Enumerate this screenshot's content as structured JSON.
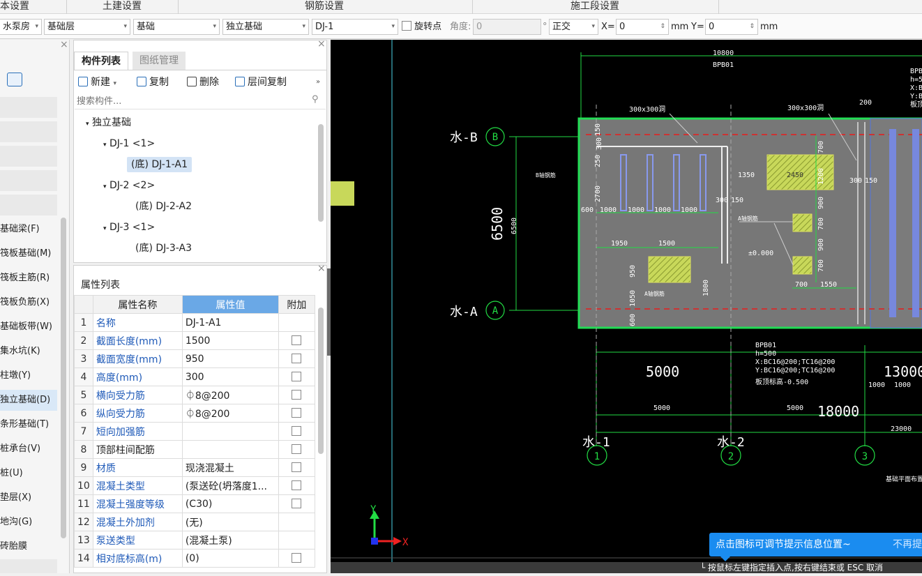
{
  "ribbon": {
    "tabs": [
      "本设置",
      "土建设置",
      "钢筋设置",
      "施工段设置"
    ]
  },
  "toolbar": {
    "floor_group": "水泵房",
    "floor": "基础层",
    "category": "基础",
    "type": "独立基础",
    "component": "DJ-1",
    "rotate_label": "旋转点",
    "angle_label": "角度:",
    "angle_value": "0",
    "degree_sign": "°",
    "ortho": "正交",
    "x_label": "X=",
    "x_value": "0",
    "mm1": "mm",
    "y_label": "Y=",
    "y_value": "0",
    "mm2": "mm"
  },
  "categories": [
    {
      "label": "基础梁(F)"
    },
    {
      "label": "筏板基础(M)"
    },
    {
      "label": "筏板主筋(R)"
    },
    {
      "label": "筏板负筋(X)"
    },
    {
      "label": "基础板带(W)"
    },
    {
      "label": "集水坑(K)"
    },
    {
      "label": "柱墩(Y)"
    },
    {
      "label": "独立基础(D)"
    },
    {
      "label": "条形基础(T)"
    },
    {
      "label": "桩承台(V)"
    },
    {
      "label": "桩(U)"
    },
    {
      "label": "垫层(X)"
    },
    {
      "label": "地沟(G)"
    },
    {
      "label": "砖胎膜"
    }
  ],
  "component_panel": {
    "tab_list": "构件列表",
    "tab_drawing": "图纸管理",
    "btn_new": "新建",
    "btn_copy": "复制",
    "btn_delete": "删除",
    "btn_floor_copy": "层间复制",
    "search_placeholder": "搜索构件...",
    "tree": {
      "root": "独立基础",
      "dj1": "DJ-1 <1>",
      "dj1a1": "(底) DJ-1-A1",
      "dj2": "DJ-2 <2>",
      "dj2a2": "(底) DJ-2-A2",
      "dj3": "DJ-3 <1>",
      "dj3a3": "(底) DJ-3-A3"
    }
  },
  "property_panel": {
    "title": "属性列表",
    "col_name": "属性名称",
    "col_value": "属性值",
    "col_extra": "附加",
    "rows": [
      {
        "n": "1",
        "name": "名称",
        "value": "DJ-1-A1"
      },
      {
        "n": "2",
        "name": "截面长度(mm)",
        "value": "1500"
      },
      {
        "n": "3",
        "name": "截面宽度(mm)",
        "value": "950"
      },
      {
        "n": "4",
        "name": "高度(mm)",
        "value": "300"
      },
      {
        "n": "5",
        "name": "横向受力筋",
        "value": "⏀8@200"
      },
      {
        "n": "6",
        "name": "纵向受力筋",
        "value": "⏀8@200"
      },
      {
        "n": "7",
        "name": "短向加强筋",
        "value": ""
      },
      {
        "n": "8",
        "name": "顶部柱间配筋",
        "value": ""
      },
      {
        "n": "9",
        "name": "材质",
        "value": "现浇混凝土"
      },
      {
        "n": "10",
        "name": "混凝土类型",
        "value": "(泵送砼(坍落度1..."
      },
      {
        "n": "11",
        "name": "混凝土强度等级",
        "value": "(C30)"
      },
      {
        "n": "12",
        "name": "混凝土外加剂",
        "value": "(无)"
      },
      {
        "n": "13",
        "name": "泵送类型",
        "value": "(混凝土泵)"
      },
      {
        "n": "14",
        "name": "相对底标高(m)",
        "value": "(0)"
      }
    ]
  },
  "drawing": {
    "axis_top": "10800",
    "axis_top_sub": "BPB01",
    "hole1": "300x300洞",
    "hole2": "300x300洞",
    "dim200": "200",
    "axisB": "水-B",
    "circleB": "B",
    "axisA": "水-A",
    "circleA": "A",
    "dim6500": "6500",
    "dim6500s": "6500",
    "d150": "150",
    "d300": "300",
    "d250": "250",
    "d2700": "2700",
    "d600a": "600",
    "d1000a": "1000",
    "d1000b": "1000",
    "d1000c": "1000",
    "d1000d": "1000",
    "b_label": "B轴钢筋",
    "d1350": "1350",
    "d2450": "2450",
    "d700a": "700",
    "d1200": "1200",
    "d300b": "300",
    "d150b": "150",
    "d300c": "300",
    "d150c": "150",
    "a_label1": "A轴钢筋",
    "d900a": "900",
    "d700b": "700",
    "d900b": "900",
    "d700c": "700",
    "d1950": "1950",
    "d1500": "1500",
    "elev0": "±0.000",
    "d950": "950",
    "a_label2": "A轴钢筋",
    "d1800": "1800",
    "d700d": "700",
    "d1550": "1550",
    "d1050": "1050",
    "d600b": "600",
    "bp1": "BPB01",
    "bp2": "h=500",
    "bp3": "X:BC16@200;TC16@200",
    "bp4": "Y:BC16@200;TC16@200",
    "bp5": "板顶标高-0.500",
    "d5000big": "5000",
    "d13000": "13000",
    "d1000e": "1000",
    "d1000f": "1000",
    "d5000a": "5000",
    "d5000b": "5000",
    "d18000": "18000",
    "d23000": "23000",
    "ax1": "水-1",
    "c1": "1",
    "ax2": "水-2",
    "c2": "2",
    "c3": "3",
    "plan_title": "基础平面布置图",
    "bpr1": "BPB",
    "bpr2": "h=5",
    "bpr3": "X:B",
    "bpr4": "Y:B",
    "bpr5": "板顶",
    "ucs_y": "Y",
    "ucs_x": "X"
  },
  "tip": {
    "text": "点击图标可调节提示信息位置~",
    "dismiss": "不再提"
  },
  "status": {
    "text": "└ 按鼠标左键指定插入点,按右键结束或 ESC 取消"
  },
  "colors": {
    "accent": "#1a8cf0",
    "cad_green": "#22cc44",
    "hatch": "#c8d85a"
  }
}
